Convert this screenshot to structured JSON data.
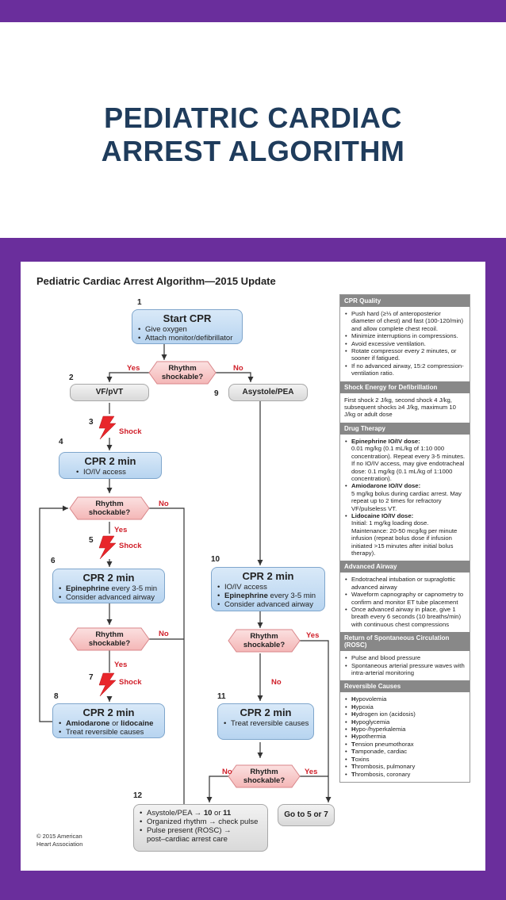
{
  "slide": {
    "title_line1": "PEDIATRIC CARDIAC",
    "title_line2": "ARREST ALGORITHM",
    "accent_color": "#6a2e9c",
    "title_color": "#1f3c5c"
  },
  "algorithm": {
    "title": "Pediatric Cardiac Arrest Algorithm—2015 Update",
    "copyright_line1": "© 2015 American",
    "copyright_line2": "Heart Association",
    "steps": {
      "n1": "1",
      "n2": "2",
      "n3": "3",
      "n4": "4",
      "n5": "5",
      "n6": "6",
      "n7": "7",
      "n8": "8",
      "n9": "9",
      "n10": "10",
      "n11": "11",
      "n12": "12"
    },
    "start_cpr": {
      "title": "Start CPR",
      "items": [
        "Give oxygen",
        "Attach monitor/defibrillator"
      ]
    },
    "rhythm_shockable": "Rhythm shockable?",
    "rhythm_line1": "Rhythm",
    "rhythm_line2": "shockable?",
    "yes": "Yes",
    "no": "No",
    "shock": "Shock",
    "vf_pvt": "VF/pVT",
    "asystole_pea": "Asystole/PEA",
    "cpr4": {
      "title": "CPR 2 min",
      "items": [
        "IO/IV access"
      ]
    },
    "cpr6": {
      "title": "CPR 2 min",
      "item1_bold": "Epinephrine",
      "item1_rest": " every 3-5 min",
      "item2": "Consider advanced airway"
    },
    "cpr8": {
      "title": "CPR 2 min",
      "item1_bold1": "Amiodarone",
      "item1_mid": " or ",
      "item1_bold2": "lidocaine",
      "item2": "Treat reversible causes"
    },
    "cpr10": {
      "title": "CPR 2 min",
      "item1": "IO/IV access",
      "item2_bold": "Epinephrine",
      "item2_rest": " every 3-5 min",
      "item3": "Consider advanced airway"
    },
    "cpr11": {
      "title": "CPR 2 min",
      "item1": "Treat reversible causes"
    },
    "box12": {
      "item1_a": "Asystole/PEA → ",
      "item1_b": "10",
      "item1_c": " or ",
      "item1_d": "11",
      "item2": "Organized rhythm → check pulse",
      "item3_a": "Pulse present (ROSC) →",
      "item3_b": "post–cardiac arrest care"
    },
    "go_to": "Go to 5 or 7"
  },
  "sidebar": {
    "cpr_quality": {
      "header": "CPR Quality",
      "items": [
        "Push hard (≥⅓ of anteroposterior diameter of chest) and fast (100-120/min) and allow complete chest recoil.",
        "Minimize interruptions in compressions.",
        "Avoid excessive ventilation.",
        "Rotate compressor every 2 minutes, or sooner if fatigued.",
        "If no advanced airway, 15:2 compression-ventilation ratio."
      ]
    },
    "shock_energy": {
      "header": "Shock Energy for Defibrillation",
      "text": "First shock 2 J/kg, second shock 4 J/kg, subsequent shocks ≥4 J/kg, maximum 10 J/kg or adult dose"
    },
    "drug_therapy": {
      "header": "Drug Therapy",
      "epi_bold": "Epinephrine IO/IV dose:",
      "epi_text": "0.01 mg/kg (0.1 mL/kg of 1:10 000 concentration). Repeat every 3-5 minutes. If no IO/IV access, may give endotracheal dose: 0.1 mg/kg (0.1 mL/kg of 1:1000 concentration).",
      "amio_bold": "Amiodarone IO/IV dose:",
      "amio_text": "5 mg/kg bolus during cardiac arrest. May repeat up to 2 times for refractory VF/pulseless VT.",
      "lido_bold": "Lidocaine IO/IV dose:",
      "lido_text": "Initial: 1 mg/kg loading dose. Maintenance: 20-50 mcg/kg per minute infusion (repeat bolus dose if infusion initiated >15 minutes after initial bolus therapy)."
    },
    "advanced_airway": {
      "header": "Advanced Airway",
      "items": [
        "Endotracheal intubation or supraglottic advanced airway",
        "Waveform capnography or capnometry to confirm and monitor ET tube placement",
        "Once advanced airway in place, give 1 breath every 6 seconds (10 breaths/min) with continuous chest compressions"
      ]
    },
    "rosc": {
      "header": "Return of Spontaneous Circulation (ROSC)",
      "items": [
        "Pulse and blood pressure",
        "Spontaneous arterial pressure waves with intra-arterial monitoring"
      ]
    },
    "reversible": {
      "header": "Reversible Causes",
      "items": [
        {
          "b": "H",
          "r": "ypovolemia"
        },
        {
          "b": "H",
          "r": "ypoxia"
        },
        {
          "b": "H",
          "r": "ydrogen ion (acidosis)"
        },
        {
          "b": "H",
          "r": "ypoglycemia"
        },
        {
          "b": "H",
          "r": "ypo-/hyperkalemia"
        },
        {
          "b": "H",
          "r": "ypothermia"
        },
        {
          "b": "T",
          "r": "ension pneumothorax"
        },
        {
          "b": "T",
          "r": "amponade, cardiac"
        },
        {
          "b": "T",
          "r": "oxins"
        },
        {
          "b": "T",
          "r": "hrombosis, pulmonary"
        },
        {
          "b": "T",
          "r": "hrombosis, coronary"
        }
      ]
    }
  }
}
